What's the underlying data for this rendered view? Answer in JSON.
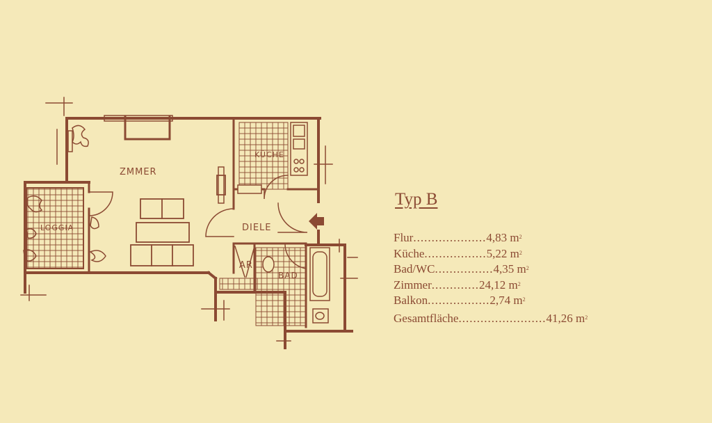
{
  "plan": {
    "rooms": {
      "zimmer": "ZMMER",
      "kueche": "KÜCHE",
      "loggia": "LOGGIA",
      "diele": "DIELE",
      "abstell": "AR",
      "bad": "BAD"
    }
  },
  "legend": {
    "title": "Typ B",
    "rows": [
      {
        "name": "Flur",
        "dots": "....................",
        "value": "4,83 m",
        "unit_sup": "2"
      },
      {
        "name": "Küche",
        "dots": ".................",
        "value": "5,22 m",
        "unit_sup": "2"
      },
      {
        "name": "Bad/WC",
        "dots": "................",
        "value": "4,35 m",
        "unit_sup": "2"
      },
      {
        "name": "Zimmer",
        "dots": ".............",
        "value": "24,12 m",
        "unit_sup": "2"
      },
      {
        "name": "Balkon",
        "dots": ".................",
        "value": "2,74 m",
        "unit_sup": "2"
      }
    ],
    "total": {
      "name": "Gesamtfläche",
      "dots": "........................",
      "value": "41,26 m",
      "unit_sup": "2"
    }
  },
  "colors": {
    "background": "#f5e9b9",
    "ink": "#8b4a33"
  }
}
